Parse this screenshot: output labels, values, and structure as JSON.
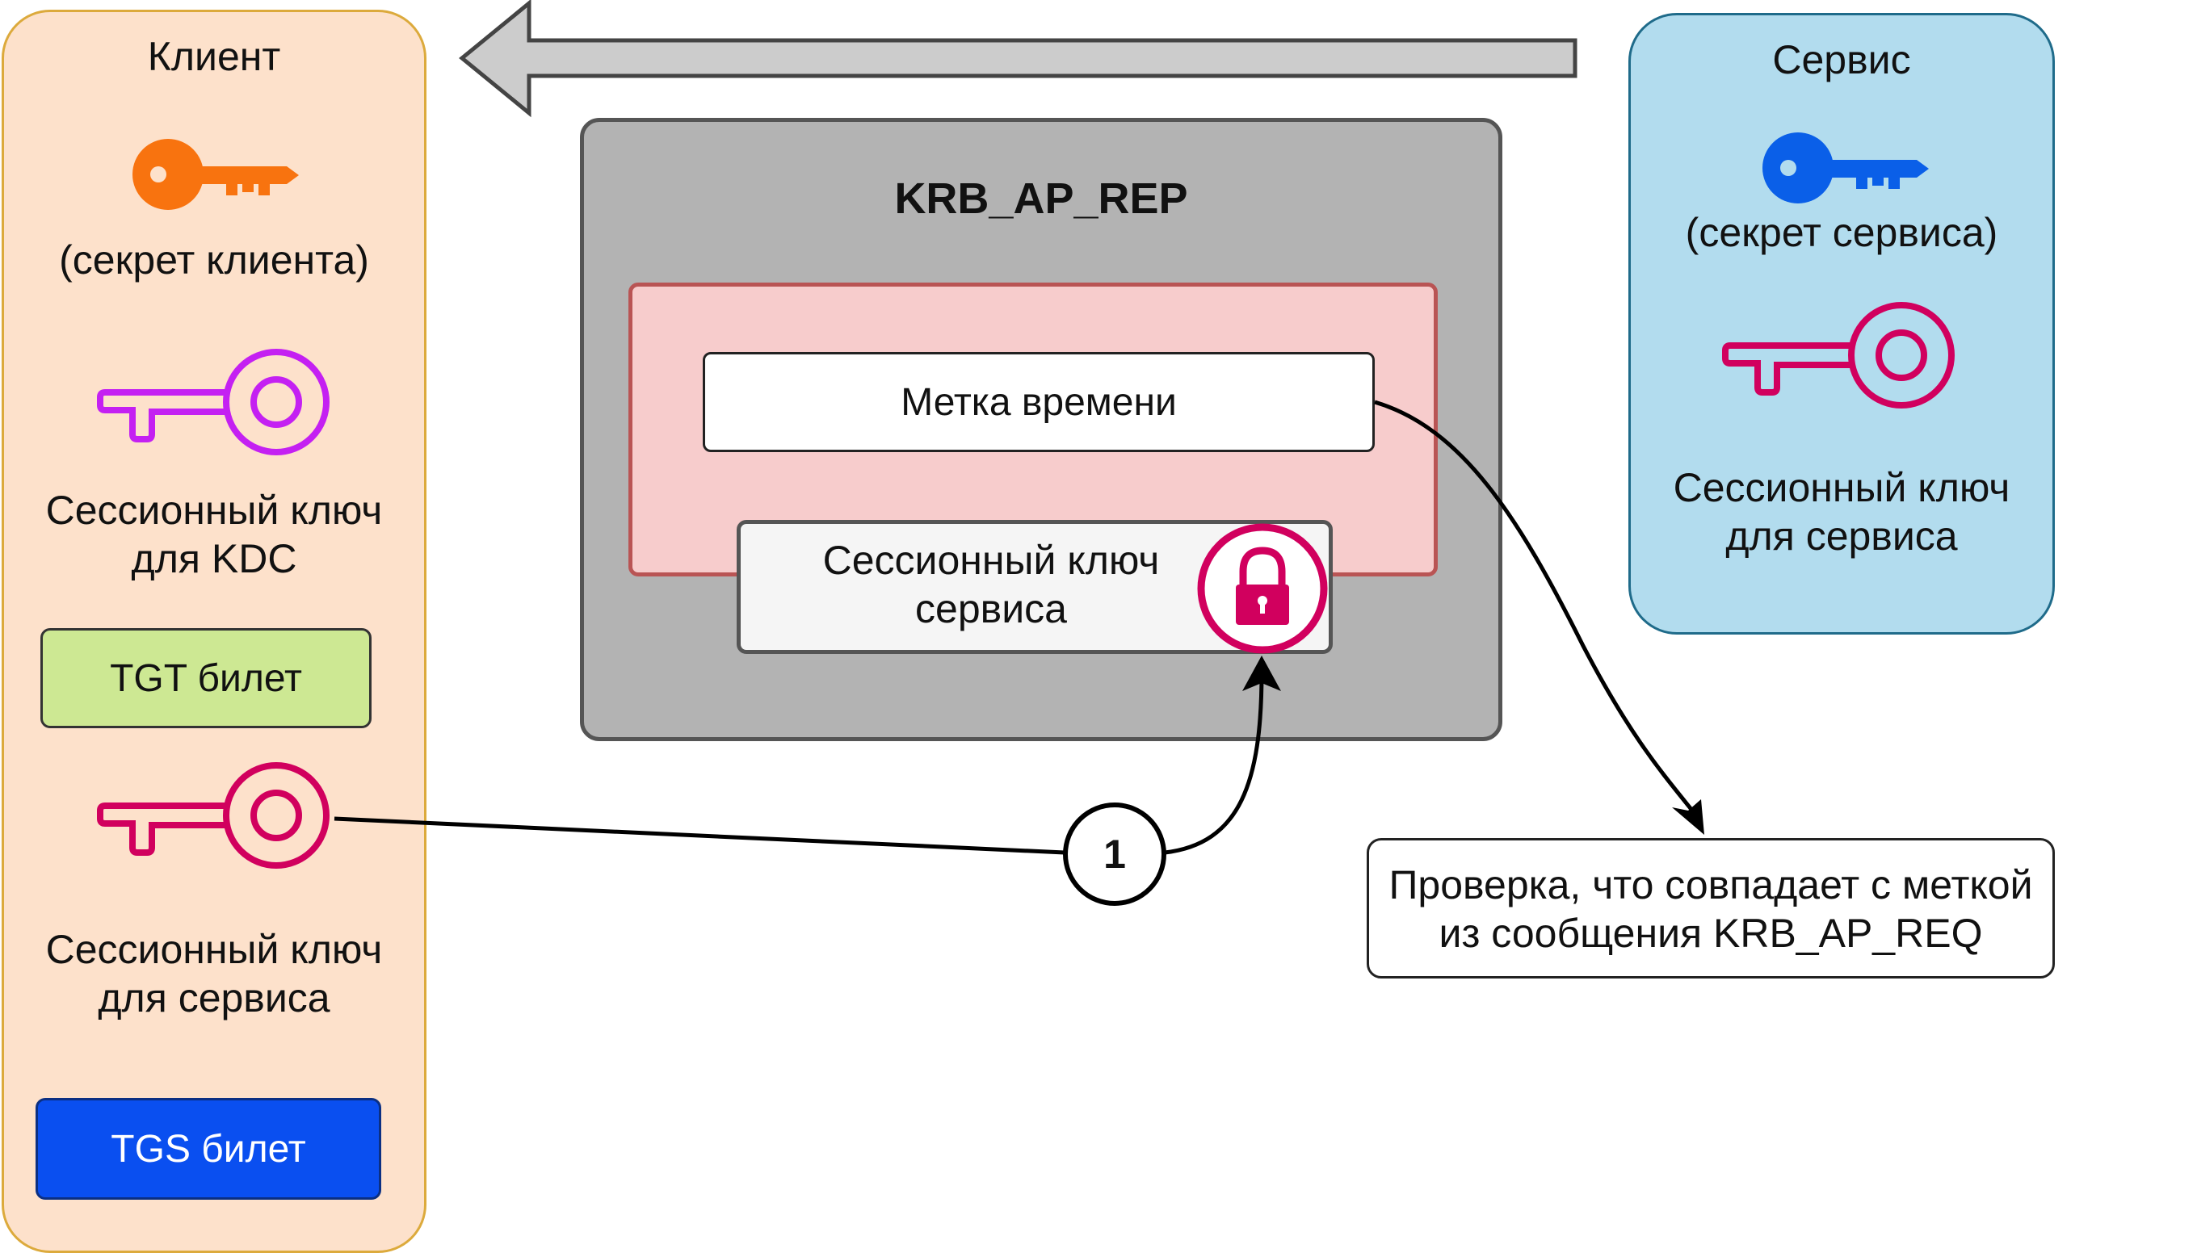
{
  "client": {
    "title": "Клиент",
    "client_secret": "(секрет клиента)",
    "kdc_session_key_line1": "Сессионный ключ",
    "kdc_session_key_line2": "для KDC",
    "tgt_ticket": "TGT билет",
    "service_session_key_line1": "Сессионный ключ",
    "service_session_key_line2": "для сервиса",
    "tgs_ticket": "TGS билет"
  },
  "service": {
    "title": "Сервис",
    "service_secret": "(секрет сервиса)",
    "session_key_line1": "Сессионный ключ",
    "session_key_line2": "для сервиса"
  },
  "message": {
    "title": "KRB_AP_REP",
    "timestamp": "Метка времени",
    "encrypted_key_line1": "Сессионный ключ",
    "encrypted_key_line2": "сервиса"
  },
  "step_number": "1",
  "check_note": {
    "line1": "Проверка, что совпадает с меткой",
    "line2": "из сообщения KRB_AP_REQ"
  },
  "colors": {
    "client_panel_fill": "#fde1cb",
    "client_panel_border": "#dcaa3c",
    "service_panel_fill": "#b2dcee",
    "service_panel_border": "#1f6b8a",
    "message_fill": "#b3b3b3",
    "encrypted_area_fill": "#f7cccc",
    "encrypted_area_border": "#b95454",
    "tgt_fill": "#cde893",
    "tgs_fill": "#0a4ff0",
    "orange_key": "#f8730f",
    "purple_key": "#c420f2",
    "crimson_key": "#d1005e",
    "blue_key": "#0a5fe8",
    "arrow_gray": "#cccccc"
  },
  "icons": [
    "orange-key-icon",
    "purple-key-icon",
    "crimson-key-icon",
    "blue-key-icon",
    "padlock-icon"
  ]
}
